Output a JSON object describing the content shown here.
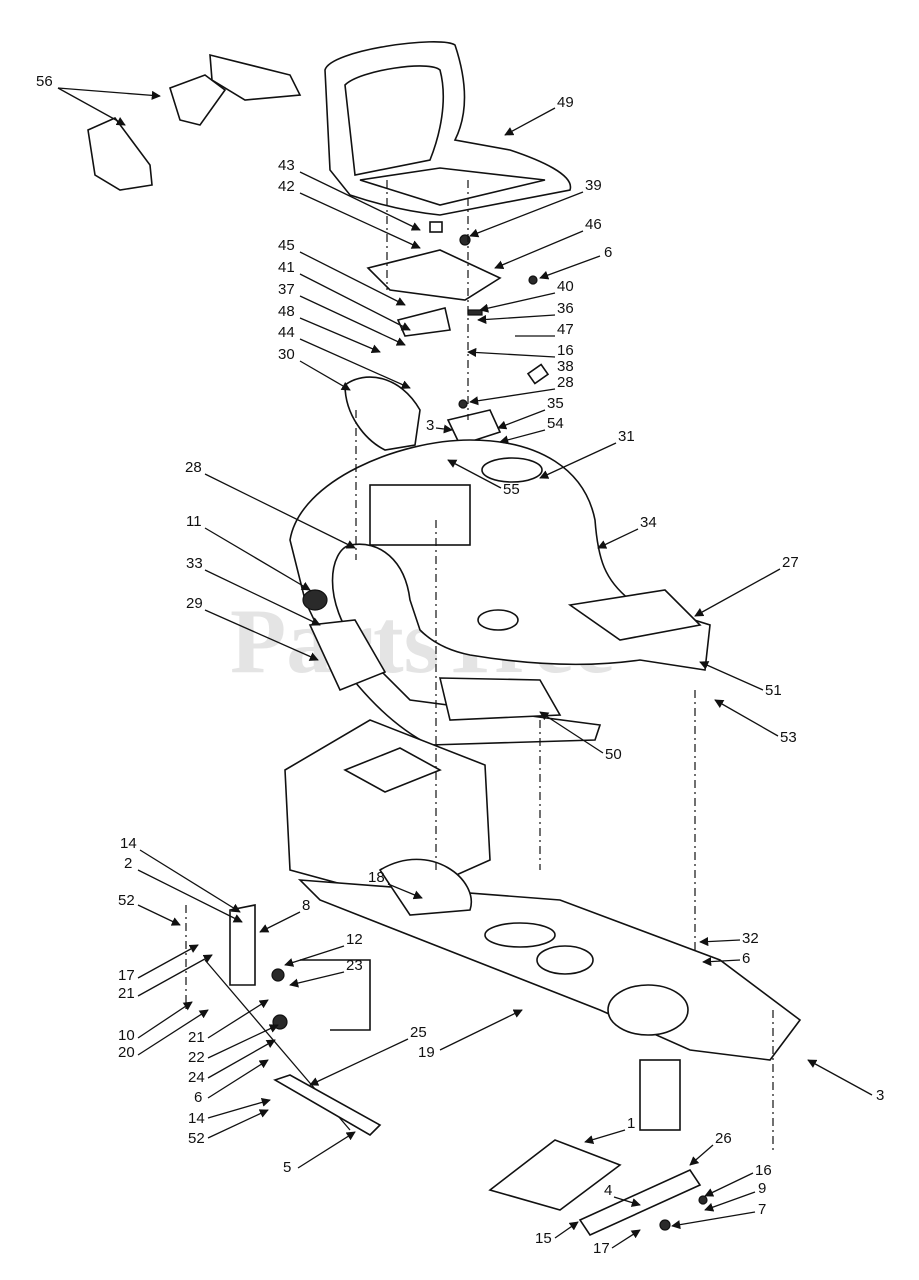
{
  "watermark": {
    "text": "PartsTree",
    "trademark": "TM"
  },
  "callouts": [
    "56",
    "49",
    "43",
    "42",
    "39",
    "46",
    "6",
    "45",
    "41",
    "40",
    "37",
    "36",
    "48",
    "47",
    "44",
    "16",
    "38",
    "30",
    "28",
    "3",
    "35",
    "54",
    "31",
    "28",
    "55",
    "11",
    "34",
    "33",
    "27",
    "29",
    "51",
    "53",
    "50",
    "14",
    "2",
    "18",
    "8",
    "52",
    "12",
    "23",
    "17",
    "21",
    "10",
    "20",
    "21",
    "25",
    "22",
    "19",
    "24",
    "6",
    "3",
    "14",
    "52",
    "1",
    "26",
    "5",
    "16",
    "4",
    "9",
    "7",
    "15",
    "17",
    "32",
    "6"
  ],
  "colors": {
    "ink": "#111111",
    "paper": "#ffffff"
  }
}
